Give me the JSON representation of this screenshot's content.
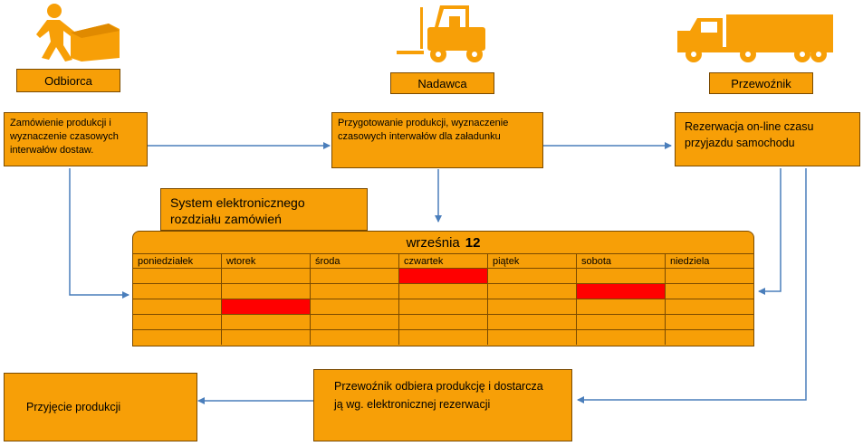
{
  "actors": {
    "recipient": {
      "label": "Odbiorca",
      "icon": "person-packing-box-icon"
    },
    "sender": {
      "label": "Nadawca",
      "icon": "forklift-icon"
    },
    "carrier": {
      "label": "Przewoźnik",
      "icon": "truck-icon"
    }
  },
  "steps": {
    "order": "Zamówienie produkcji i wyznaczenie czasowych interwałów dostaw.",
    "preparation": "Przygotowanie produkcji, wyznaczenie czasowych interwałów dla załadunku",
    "reservation": "Rezerwacja on-line czasu przyjazdu samochodu",
    "system": "System elektronicznego rozdziału zamówień",
    "transport": "Przewoźnik odbiera produkcję i dostarcza ją wg.  elektronicznej rezerwacji",
    "acceptance": "Przyjęcie produkcji"
  },
  "calendar": {
    "month": "września",
    "day": "12",
    "days": [
      "poniedziałek",
      "wtorek",
      "środa",
      "czwartek",
      "piątek",
      "sobota",
      "niedziela"
    ],
    "booked": [
      [
        0,
        3
      ],
      [
        1,
        5
      ],
      [
        2,
        1
      ]
    ],
    "rows": 5
  },
  "colors": {
    "box": "#f79f07",
    "arrow": "#4a7ebb",
    "booked": "#ff0000"
  }
}
